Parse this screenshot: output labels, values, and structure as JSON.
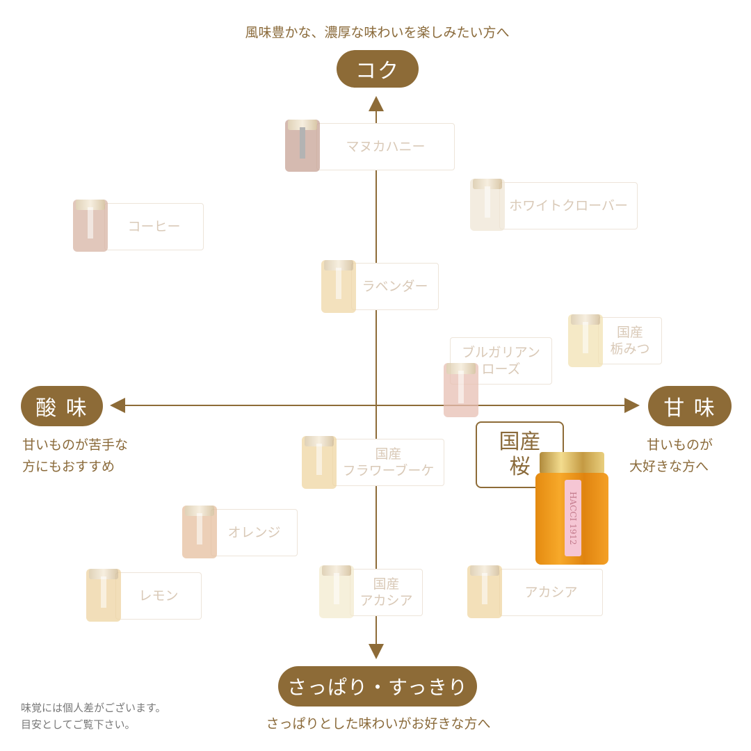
{
  "axes": {
    "top": {
      "label": "コク",
      "caption": "風味豊かな、濃厚な味わいを楽しみたい方へ"
    },
    "bottom": {
      "label": "さっぱり・すっきり",
      "caption": "さっぱりとした味わいがお好きな方へ"
    },
    "left": {
      "label": "酸 味",
      "caption1": "甘いものが苦手な",
      "caption2": "方にもおすすめ"
    },
    "right": {
      "label": "甘 味",
      "caption1": "甘いものが",
      "caption2": "大好きな方へ"
    }
  },
  "products": [
    {
      "name": "マヌカハニー",
      "jar_color": "#c7a396"
    },
    {
      "name": "ホワイトクローバー",
      "jar_color": "#efe6d6"
    },
    {
      "name": "コーヒー",
      "jar_color": "#d7b5a5"
    },
    {
      "name": "ラベンダー",
      "jar_color": "#efd7a8"
    },
    {
      "name1": "国産",
      "name2": "栃みつ",
      "jar_color": "#f2e2b4"
    },
    {
      "name1": "ブルガリアン",
      "name2": "ローズ",
      "jar_color": "#e8c0b3"
    },
    {
      "name1": "国産",
      "name2": "フラワーブーケ",
      "jar_color": "#efd6a2"
    },
    {
      "name": "オレンジ",
      "jar_color": "#e6c0a0"
    },
    {
      "name": "レモン",
      "jar_color": "#eed4a2"
    },
    {
      "name1": "国産",
      "name2": "アカシア",
      "jar_color": "#f4ebcf"
    },
    {
      "name": "アカシア",
      "jar_color": "#efd6a2"
    }
  ],
  "featured": {
    "name1": "国産",
    "name2": "桜",
    "brand": "HACCI 1912",
    "jar_color": "#e8900f"
  },
  "note": {
    "line1": "味覚には個人差がございます。",
    "line2": "目安としてご覧下さい。"
  }
}
